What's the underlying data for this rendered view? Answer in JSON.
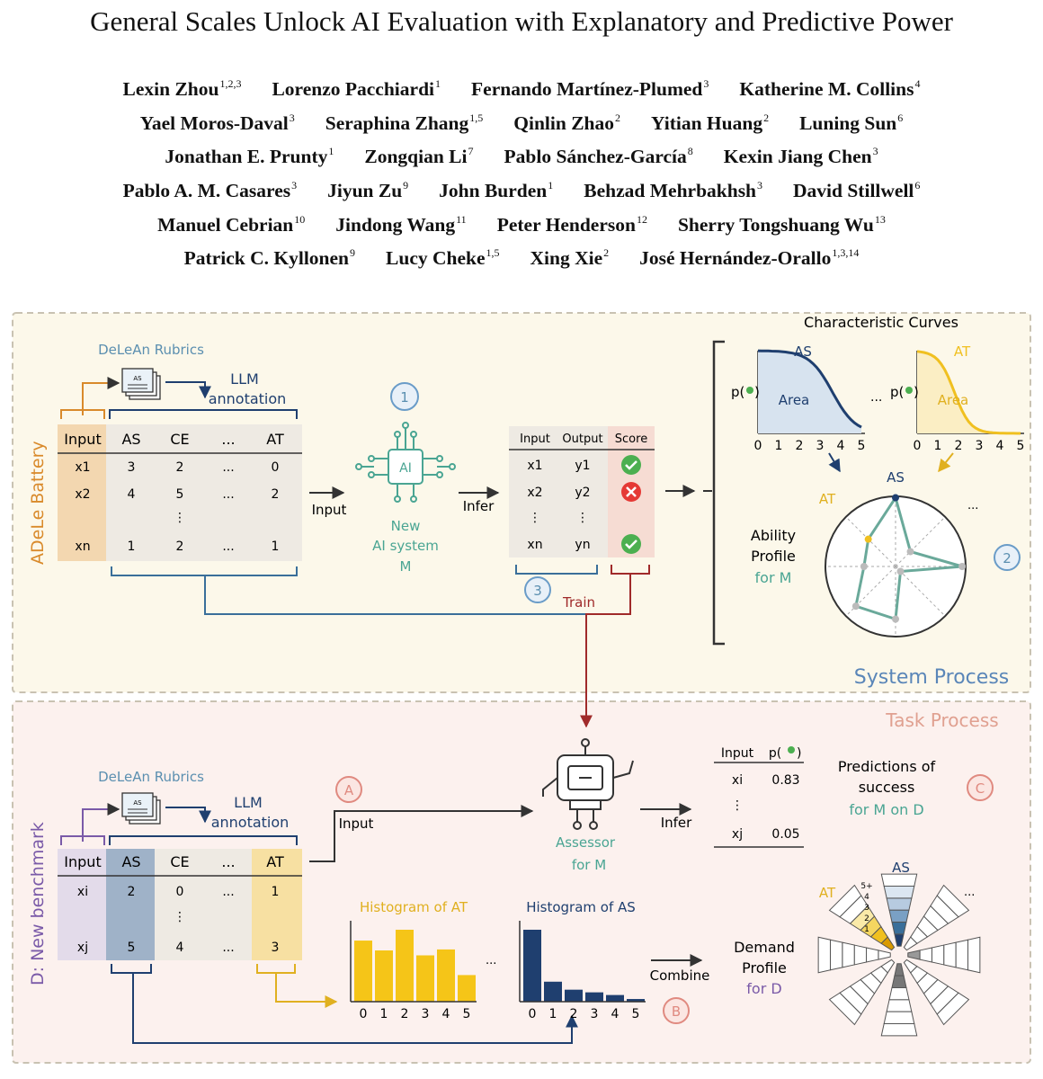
{
  "title": "General Scales Unlock AI Evaluation with Explanatory and Predictive Power",
  "authors": [
    [
      {
        "name": "Lexin Zhou",
        "aff": "1,2,3"
      },
      {
        "name": "Lorenzo Pacchiardi",
        "aff": "1"
      },
      {
        "name": "Fernando Martínez-Plumed",
        "aff": "3"
      },
      {
        "name": "Katherine M. Collins",
        "aff": "4"
      }
    ],
    [
      {
        "name": "Yael Moros-Daval",
        "aff": "3"
      },
      {
        "name": "Seraphina Zhang",
        "aff": "1,5"
      },
      {
        "name": "Qinlin Zhao",
        "aff": "2"
      },
      {
        "name": "Yitian Huang",
        "aff": "2"
      },
      {
        "name": "Luning Sun",
        "aff": "6"
      }
    ],
    [
      {
        "name": "Jonathan E. Prunty",
        "aff": "1"
      },
      {
        "name": "Zongqian Li",
        "aff": "7"
      },
      {
        "name": "Pablo Sánchez-García",
        "aff": "8"
      },
      {
        "name": "Kexin Jiang Chen",
        "aff": "3"
      }
    ],
    [
      {
        "name": "Pablo A. M. Casares",
        "aff": "3"
      },
      {
        "name": "Jiyun Zu",
        "aff": "9"
      },
      {
        "name": "John Burden",
        "aff": "1"
      },
      {
        "name": "Behzad Mehrbakhsh",
        "aff": "3"
      },
      {
        "name": "David Stillwell",
        "aff": "6"
      }
    ],
    [
      {
        "name": "Manuel Cebrian",
        "aff": "10"
      },
      {
        "name": "Jindong Wang",
        "aff": "11"
      },
      {
        "name": "Peter Henderson",
        "aff": "12"
      },
      {
        "name": "Sherry Tongshuang Wu",
        "aff": "13"
      }
    ],
    [
      {
        "name": "Patrick C. Kyllonen",
        "aff": "9"
      },
      {
        "name": "Lucy Cheke",
        "aff": "1,5"
      },
      {
        "name": "Xing Xie",
        "aff": "2"
      },
      {
        "name": "José Hernández-Orallo",
        "aff": "1,3,14"
      }
    ]
  ],
  "figure": {
    "system_label": "System Process",
    "task_label": "Task Process",
    "adele_battery": "ADeLe Battery",
    "new_benchmark": "D: New benchmark",
    "rubrics": "DeLeAn Rubrics",
    "rubric_card": "AS",
    "llm": "LLM",
    "annotation": "annotation",
    "input": "Input",
    "infer": "Infer",
    "train": "Train",
    "combine": "Combine",
    "top_table": {
      "headers": [
        "Input",
        "AS",
        "CE",
        "...",
        "AT"
      ],
      "rows": [
        [
          "x1",
          "3",
          "2",
          "...",
          "0"
        ],
        [
          "x2",
          "4",
          "5",
          "...",
          "2"
        ],
        [
          "",
          "",
          "⋮",
          "",
          ""
        ],
        [
          "xn",
          "1",
          "2",
          "...",
          "1"
        ]
      ]
    },
    "out_table": {
      "headers": [
        "Input",
        "Output",
        "Score"
      ],
      "rows": [
        [
          "x1",
          "y1",
          "ok"
        ],
        [
          "x2",
          "y2",
          "fail"
        ],
        [
          "⋮",
          "⋮",
          ""
        ],
        [
          "xn",
          "yn",
          "ok"
        ]
      ]
    },
    "new_system": [
      "New",
      "AI system",
      "M"
    ],
    "chip": "AI",
    "circle1": "1",
    "circle2": "2",
    "circle3": "3",
    "char_title": "Characteristic Curves",
    "curve_as": "AS",
    "curve_at": "AT",
    "area": "Area",
    "p_label": "p(",
    "ellipsis": "...",
    "curve_ticks": [
      "0",
      "1",
      "2",
      "3",
      "4",
      "5"
    ],
    "radar_as": "AS",
    "radar_at": "AT",
    "ability": [
      "Ability",
      "Profile",
      "for M"
    ],
    "bot_table": {
      "headers": [
        "Input",
        "AS",
        "CE",
        "...",
        "AT"
      ],
      "rows": [
        [
          "xi",
          "2",
          "0",
          "...",
          "1"
        ],
        [
          "",
          "",
          "⋮",
          "",
          ""
        ],
        [
          "xj",
          "5",
          "4",
          "...",
          "3"
        ]
      ]
    },
    "circleA": "A",
    "circleB": "B",
    "circleC": "C",
    "assessor": [
      "Assessor",
      "for M"
    ],
    "pred_table": {
      "headers": [
        "Input",
        "p("
      ],
      "rows": [
        [
          "xi",
          "0.83"
        ],
        [
          "⋮",
          ""
        ],
        [
          "xj",
          "0.05"
        ]
      ]
    },
    "predictions": [
      "Predictions of",
      "success",
      "for M on D"
    ],
    "hist_at_title": "Histogram of AT",
    "hist_as_title": "Histogram of AS",
    "hist_at": [
      6.2,
      5.2,
      7.3,
      4.7,
      5.3,
      2.7
    ],
    "hist_as": [
      5.4,
      1.5,
      0.9,
      0.7,
      0.5,
      0.2
    ],
    "hist_ticks": [
      "0",
      "1",
      "2",
      "3",
      "4",
      "5"
    ],
    "demand": [
      "Demand",
      "Profile",
      "for D"
    ],
    "demand_as": "AS",
    "demand_at": "AT",
    "demand_levels": [
      "5+",
      "4",
      "3",
      "2",
      "1"
    ],
    "demand_ellipsis": "..."
  }
}
